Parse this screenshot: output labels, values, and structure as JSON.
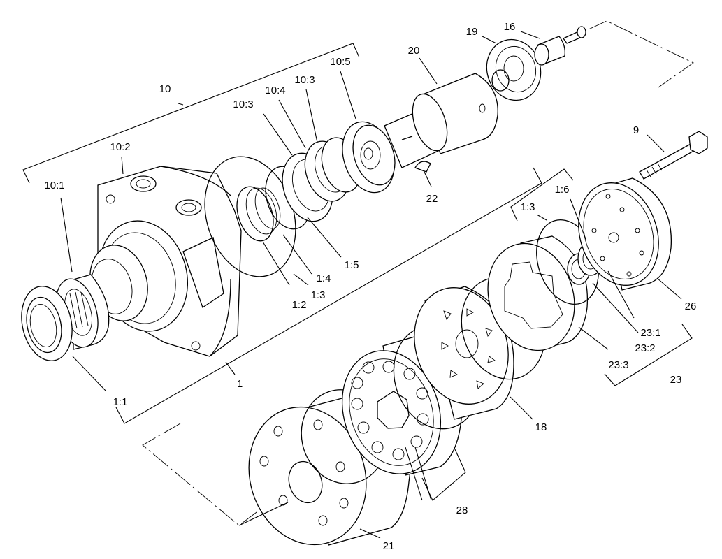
{
  "diagram": {
    "labels": {
      "l1": "1",
      "l1_1": "1:1",
      "l1_2": "1:2",
      "l1_3a": "1:3",
      "l1_3b": "1:3",
      "l1_4": "1:4",
      "l1_5": "1:5",
      "l1_6": "1:6",
      "l9": "9",
      "l10": "10",
      "l10_1": "10:1",
      "l10_2": "10:2",
      "l10_3a": "10:3",
      "l10_3b": "10:3",
      "l10_4": "10:4",
      "l10_5": "10:5",
      "l16": "16",
      "l18": "18",
      "l19": "19",
      "l20": "20",
      "l21": "21",
      "l22": "22",
      "l23": "23",
      "l23_1": "23:1",
      "l23_2": "23:2",
      "l23_3": "23:3",
      "l26": "26",
      "l28": "28"
    }
  }
}
